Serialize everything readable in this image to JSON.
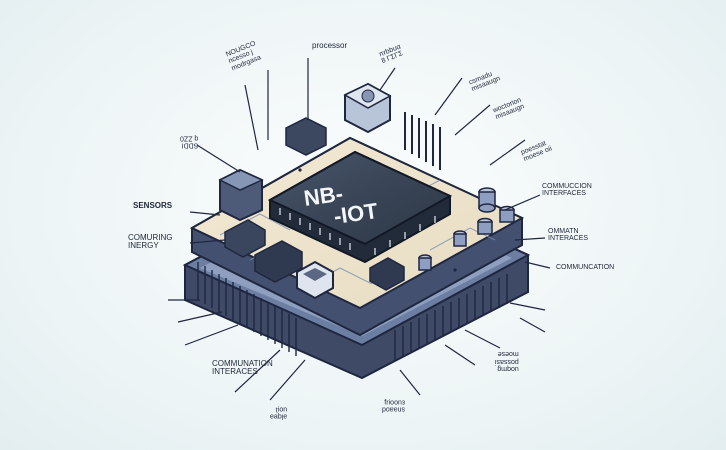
{
  "chip": {
    "text": "NB-\n-IOT"
  },
  "labels": {
    "processor": "processor",
    "sensors": "SENSORS",
    "computing_energy": "COMURING\nINERGY",
    "communication_interfaces_left": "COMMUNATION\nINTERACES",
    "communication_interfaces_right": "COMMUCCION\nINTERFACES",
    "communication_interfaces_right2": "OMMATN\nINTERACES",
    "communication_right": "COMMUNCATION",
    "top_left_garbled": "NOUGCO\nncesso j\nmodrgasa",
    "top_mid_garbled": "πrbbuα\n8 ΓΣΓΣ",
    "top_right_garbled1": "csmadu\nmisaaugn",
    "top_right_garbled2": "woctorion\nmisaaugn",
    "right_garbled": "poesstat\nmoese oii",
    "left_small": "SDDI\nq ZZ0",
    "bottom_right_garbled": "uoqmg\npossasi\nmoese",
    "bottom_mid_garbled": "snəaod\nεuooᴉɹɟ",
    "bottom_left_garbled": "ǝlqɐǝ\nuoᴉʇ"
  }
}
